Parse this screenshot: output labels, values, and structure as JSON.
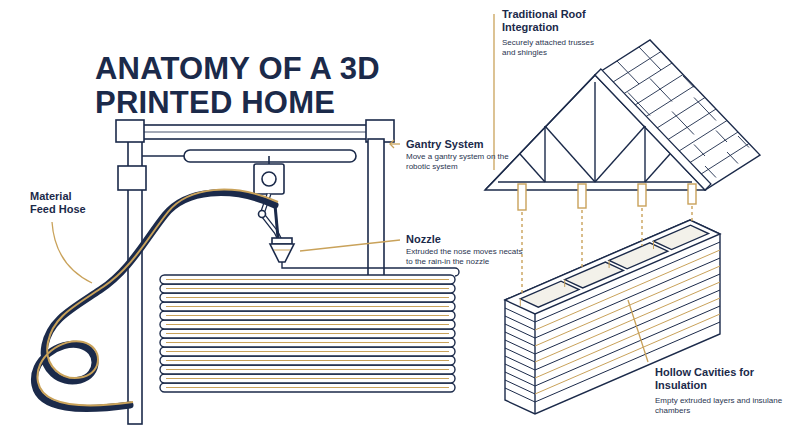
{
  "diagram": {
    "title": "ANATOMY OF A 3D PRINTED HOME",
    "labels": [
      "Traditional Roof Integration",
      "Securely attached trusses and shingles",
      "Gantry System",
      "Move a gantry system on the robotic system",
      "Material Feed Hose",
      "Nozzle",
      "Extruded the nose moves necats to the rain-in the nozzle",
      "Hollow Cavities for Insulation",
      "Empty extruded layers and insulane chambers"
    ]
  }
}
